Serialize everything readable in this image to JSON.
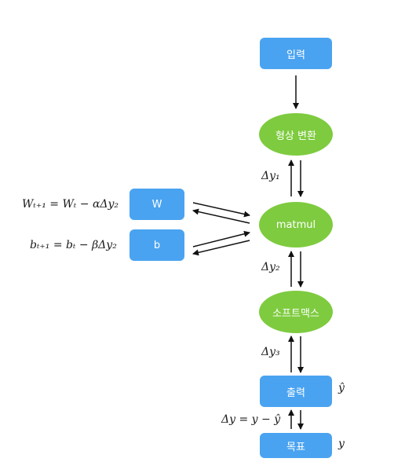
{
  "nodes": {
    "input": "입력",
    "reshape": "형상 변환",
    "matmul": "matmul",
    "weight": "W",
    "bias": "b",
    "softmax": "소프트맥스",
    "output": "출력",
    "target": "목표"
  },
  "labels": {
    "delta_y1": "Δy₁",
    "delta_y2": "Δy₂",
    "delta_y3": "Δy₃",
    "loss_grad": "Δy = y − ŷ",
    "y_hat": "ŷ",
    "y": "y",
    "w_update": "Wₜ₊₁ = Wₜ − αΔy₂",
    "b_update": "bₜ₊₁ = bₜ − βΔy₂"
  },
  "colors": {
    "box": "#4aa3f0",
    "ellipse": "#7ecb3f",
    "arrow": "#111111"
  }
}
